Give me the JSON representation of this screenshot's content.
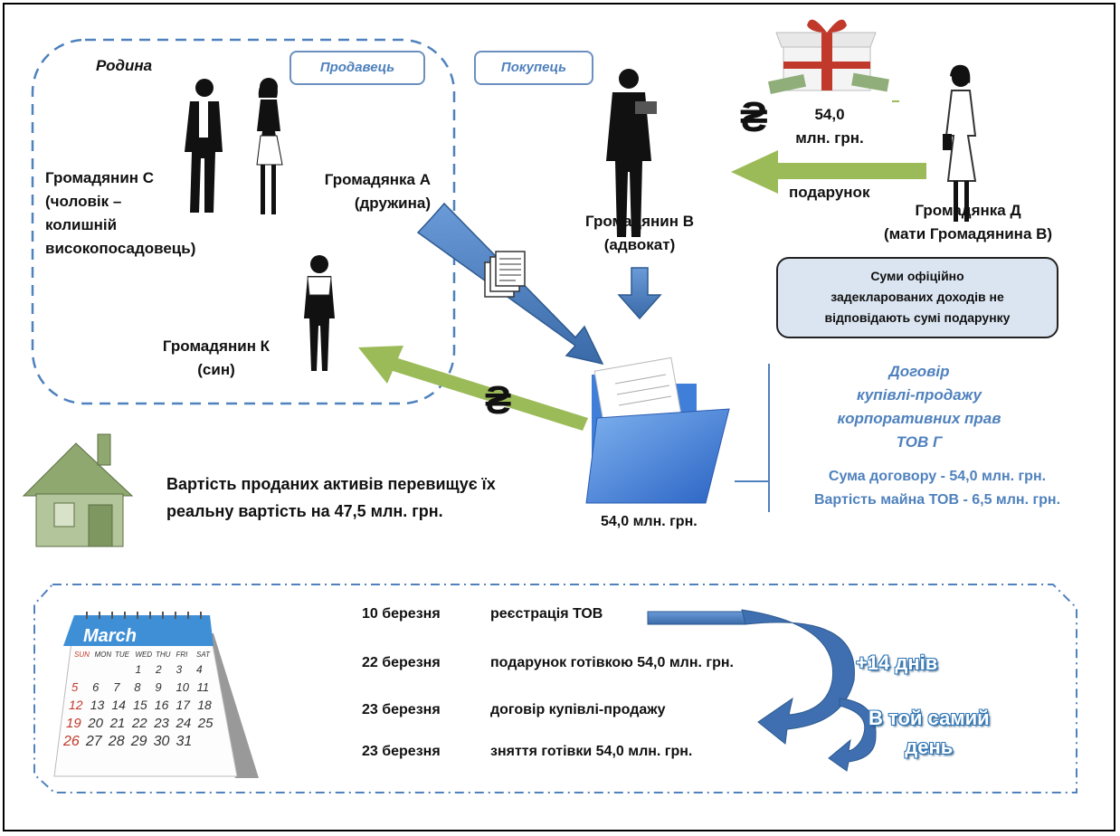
{
  "family_label": "Родина",
  "seller_label": "Продавець",
  "buyer_label": "Покупець",
  "persons": {
    "c": [
      "Громадянин С",
      "(чоловік –",
      "колишній",
      "високопосадовець)"
    ],
    "a": [
      "Громадянка А",
      "(дружина)"
    ],
    "b": [
      "Громадянин В",
      "(адвокат)"
    ],
    "d": [
      "Громадянка Д",
      "(мати Громадянина В)"
    ],
    "k": [
      "Громадянин К",
      "(син)"
    ]
  },
  "gift_amount": [
    "54,0",
    "млн. грн."
  ],
  "gift_label": "подарунок",
  "callout": [
    "Суми офіційно",
    "задекларованих доходів не",
    "відповідають сумі подарунку"
  ],
  "hryvnia_symbol": "₴",
  "contract": {
    "lines": [
      "Договір",
      "купівлі-продажу",
      "корпоративних прав",
      "ТОВ Г"
    ],
    "sum": "Сума договору - 54,0 млн. грн.",
    "property": "Вартість майна ТОВ - 6,5 млн. грн."
  },
  "folder_amount": "54,0 млн. грн.",
  "overvalue": [
    "Вартість проданих активів перевищує їх",
    " реальну вартість на 47,5 млн. грн."
  ],
  "calendar": {
    "month": "March",
    "weekdays": [
      "SUN",
      "MON",
      "TUE",
      "WED",
      "THU",
      "FRI",
      "SAT"
    ],
    "weeks": [
      [
        "",
        "",
        "",
        "1",
        "2",
        "3",
        "4"
      ],
      [
        "5",
        "6",
        "7",
        "8",
        "9",
        "10",
        "11"
      ],
      [
        "12",
        "13",
        "14",
        "15",
        "16",
        "17",
        "18"
      ],
      [
        "19",
        "20",
        "21",
        "22",
        "23",
        "24",
        "25"
      ],
      [
        "26",
        "27",
        "28",
        "29",
        "30",
        "31",
        ""
      ]
    ]
  },
  "timeline": [
    {
      "date": "10 березня",
      "event": "реєстрація ТОВ"
    },
    {
      "date": "22 березня",
      "event": "подарунок готівкою 54,0 млн. грн."
    },
    {
      "date": "23 березня",
      "event": "договір купівлі-продажу"
    },
    {
      "date": "23 березня",
      "event": "зняття готівки 54,0 млн. грн."
    }
  ],
  "plus_days": "+14 днів",
  "same_day": [
    "В той самий",
    "день"
  ],
  "colors": {
    "green_arrow": "#9bbb59",
    "blue_arrow": "#4f81bd",
    "dashed_border": "#4f81bd",
    "text_blue": "#4f81bd"
  }
}
